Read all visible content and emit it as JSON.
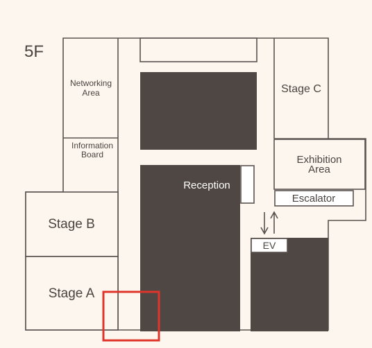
{
  "floor_label": "5F",
  "rooms": {
    "networking": [
      "Networking",
      "Area"
    ],
    "info_board": [
      "Information",
      "Board"
    ],
    "stage_c": "Stage C",
    "exhibition": [
      "Exhibition",
      "Area"
    ],
    "reception": "Reception",
    "escalator": "Escalator",
    "stage_b": "Stage B",
    "stage_a": "Stage A",
    "ev": "EV"
  },
  "colors": {
    "background": "#fcf6ee",
    "wall": "#5a524e",
    "block": "#4f4744",
    "highlight": "#e0342b"
  },
  "icons": {
    "escalator": "up-down-arrows-icon"
  }
}
